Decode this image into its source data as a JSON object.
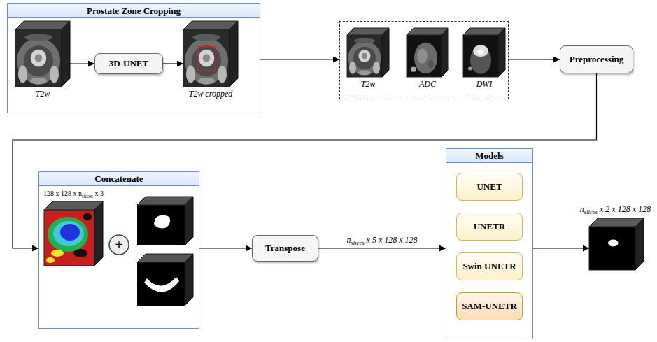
{
  "diagram": {
    "nodes": [
      {
        "text": [
          "Prostate Zone Cropping"
        ]
      },
      {
        "text": [
          "T2w"
        ],
        "in": 0
      },
      {
        "text": [
          "3D-UNET"
        ],
        "in": 0
      },
      {
        "text": [
          "T2w cropped"
        ],
        "in": 0
      },
      {
        "text": []
      },
      {
        "text": [
          "T2w"
        ],
        "in": 4
      },
      {
        "text": [
          "ADC"
        ],
        "in": 4
      },
      {
        "text": [
          "DWI"
        ],
        "in": 4
      },
      {
        "text": [
          "Preprocessing"
        ]
      },
      {
        "text": [
          "Concatenate"
        ]
      },
      {
        "text": [
          "Transpose"
        ]
      },
      {
        "text": [
          "Models"
        ]
      },
      {
        "text": [
          "UNET"
        ],
        "in": 11
      },
      {
        "text": [
          "UNETR"
        ],
        "in": 11
      },
      {
        "text": [
          "Swin UNETR"
        ],
        "in": 11
      },
      {
        "text": [
          "SAM-UNETR"
        ],
        "in": 11
      },
      {
        "text": [
          "nslices x 2 x 128 x 128"
        ]
      }
    ],
    "edges": [
      {
        "from": 1,
        "to": 2,
        "arrow": "to"
      },
      {
        "from": 2,
        "to": 3,
        "arrow": "to"
      },
      {
        "from": 0,
        "to": 4,
        "arrow": "to"
      },
      {
        "from": 4,
        "to": 8,
        "arrow": "to"
      },
      {
        "from": 8,
        "to": 9,
        "arrow": "to"
      },
      {
        "from": 9,
        "to": 10,
        "arrow": "to"
      },
      {
        "from": 10,
        "to": 11,
        "label": "nslices x 5 x 128 x 128",
        "arrow": "to"
      },
      {
        "from": 11,
        "to": 16,
        "arrow": "to"
      }
    ],
    "labels": [
      "128 x 128 x nslices x 3",
      "+"
    ]
  }
}
